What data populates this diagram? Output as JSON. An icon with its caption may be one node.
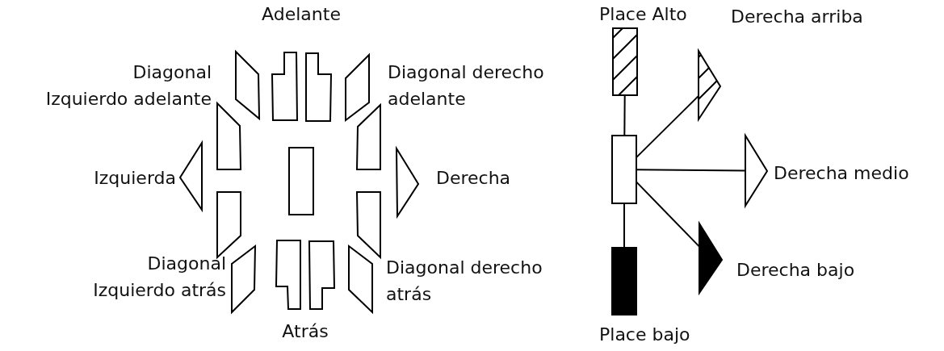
{
  "diagram": {
    "nodes": [
      {
        "text": [
          "Adelante"
        ]
      },
      {
        "text": [
          "Diagonal Izquierdo adelante"
        ]
      },
      {
        "text": [
          "Diagonal derecho adelante"
        ]
      },
      {
        "text": [
          "Izquierda"
        ]
      },
      {
        "text": [],
        "shape": "box"
      },
      {
        "text": [
          "Derecha"
        ]
      },
      {
        "text": [
          "Diagonal Izquierdo atrás"
        ]
      },
      {
        "text": [
          "Atrás"
        ]
      },
      {
        "text": [
          "Diagonal derecho atrás"
        ]
      },
      {
        "text": [
          "Place Alto"
        ]
      },
      {
        "text": [],
        "shape": "box"
      },
      {
        "text": [
          "Place bajo"
        ]
      },
      {
        "text": [
          "Derecha arriba"
        ]
      },
      {
        "text": [
          "Derecha medio"
        ]
      },
      {
        "text": [
          "Derecha bajo"
        ]
      }
    ],
    "edges": [
      {
        "from": 9,
        "to": 10,
        "arrow": "none"
      },
      {
        "from": 10,
        "to": 11,
        "arrow": "none"
      },
      {
        "from": 10,
        "to": 12,
        "arrow": "none"
      },
      {
        "from": 10,
        "to": 13,
        "arrow": "none"
      },
      {
        "from": 10,
        "to": 14,
        "arrow": "none"
      }
    ]
  }
}
